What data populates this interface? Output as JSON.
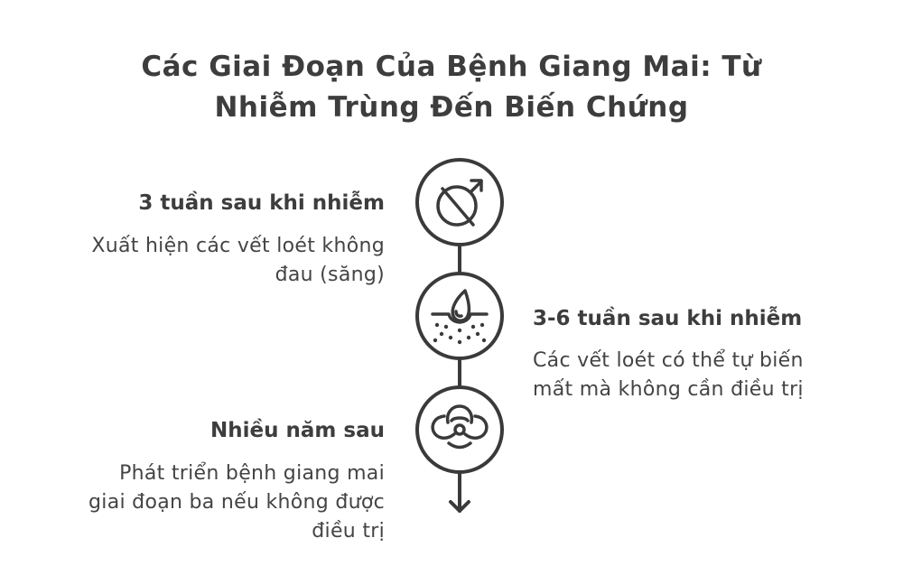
{
  "title": {
    "line1": "Các Giai Đoạn Của Bệnh Giang Mai: Từ",
    "line2": "Nhiễm Trùng Đến Biến Chứng"
  },
  "stages": [
    {
      "heading": "3 tuần sau khi nhiễm",
      "description": [
        "Xuất hiện các vết loét không",
        "đau (săng)"
      ],
      "icon": "male-symbol-slashed-icon"
    },
    {
      "heading": "3-6 tuần sau khi nhiễm",
      "description": [
        "Các vết loét có thể tự biến",
        "mất mà không cần điều trị"
      ],
      "icon": "skin-drop-icon"
    },
    {
      "heading": "Nhiều năm sau",
      "description": [
        "Phát triển bệnh giang mai",
        "giai đoạn ba nếu không được",
        "điều trị"
      ],
      "icon": "biohazard-icon"
    }
  ],
  "colors": {
    "stroke": "#3a3a3a",
    "text": "#3d3d3d",
    "background": "#ffffff"
  }
}
